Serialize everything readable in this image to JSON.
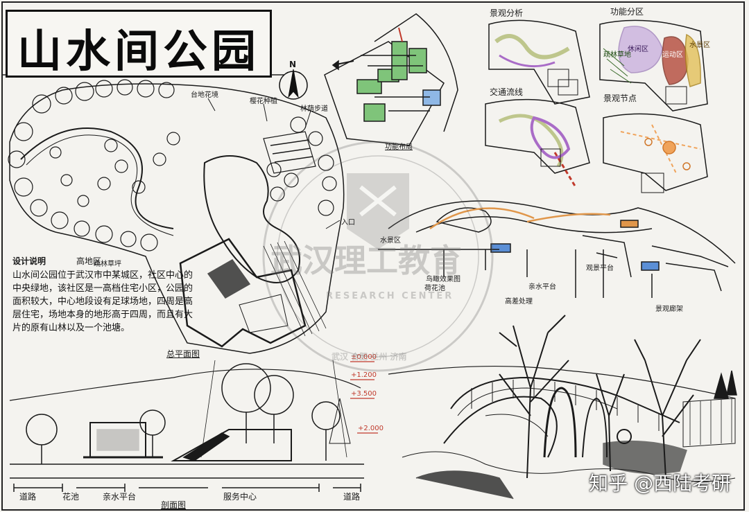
{
  "title": "山水间公园",
  "north": "N",
  "plan": {
    "title": "总平面图",
    "labels": [
      "台地花境",
      "樱花种植",
      "林荫步道",
      "疏林草坪",
      "入口"
    ]
  },
  "description": {
    "heading": "设计说明",
    "sub_heading": "高地区",
    "body": "山水间公园位于武汉市中某城区，社区中心的中央绿地，该社区是一高档住宅小区，公园的面积较大，中心地段设有足球场地，四周是高层住宅，场地本身的地形高于四周，而且有大片的原有山林以及一个池塘。"
  },
  "analysis": {
    "functional_layout": "功能布局",
    "functional_title": "功能分区",
    "landscape": "景观分析",
    "traffic": "交通流线",
    "node": "景观节点",
    "zones": [
      "休闲区",
      "运动区",
      "疏林草地",
      "水景区"
    ]
  },
  "section": {
    "bird": "鸟瞰效果图",
    "labels": [
      "道路",
      "花池",
      "亲水平台",
      "服务中心",
      "道路",
      "剖面图"
    ],
    "elevations": [
      "±0.000",
      "+1.200",
      "+3.500",
      "+2.000"
    ],
    "tags": [
      "水景区",
      "亲水平台",
      "荷花池",
      "观景平台",
      "高差处理",
      "景观廊架"
    ]
  },
  "watermark": {
    "brand": "武汉理工教育",
    "sub": "RESEARCH CENTER",
    "cities": "武汉 合肥 兰州 济南",
    "credit": "知乎 @西陆考研"
  }
}
